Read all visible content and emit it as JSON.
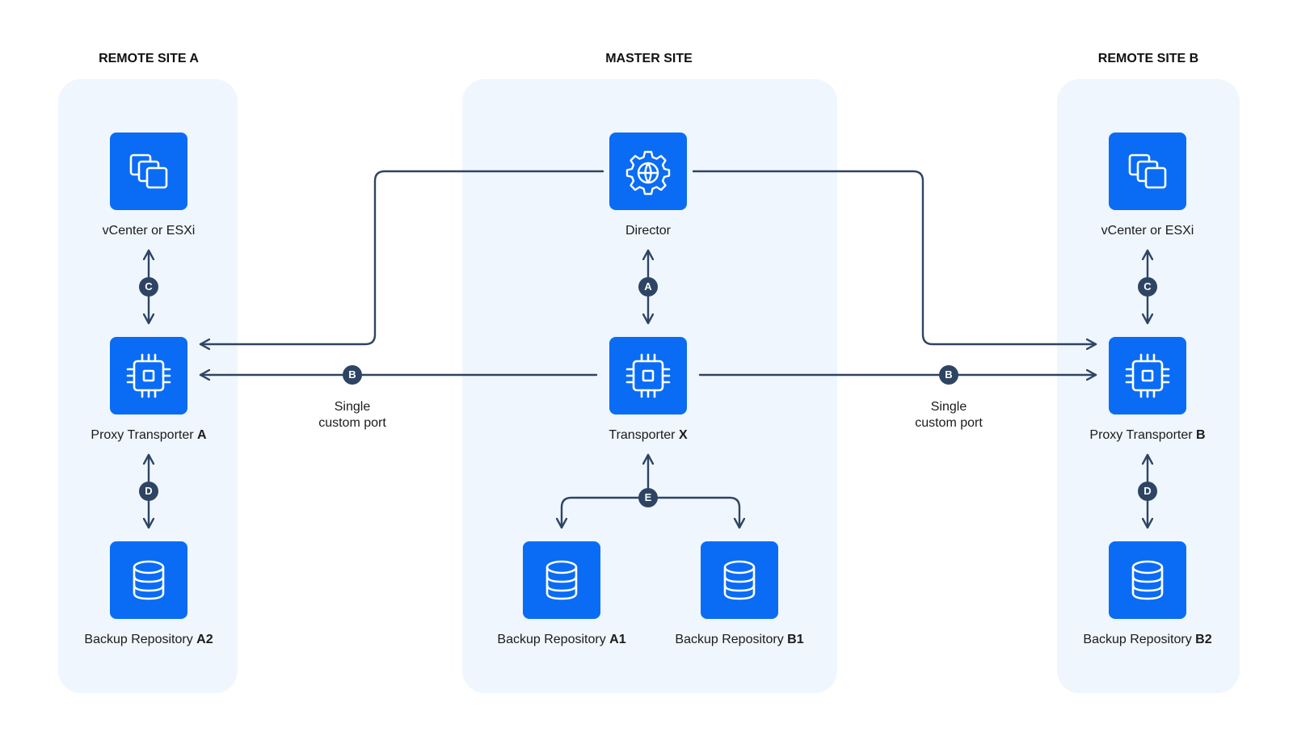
{
  "sites": {
    "remote_a": {
      "title": "REMOTE SITE A"
    },
    "master": {
      "title": "MASTER SITE"
    },
    "remote_b": {
      "title": "REMOTE SITE B"
    }
  },
  "nodes": {
    "vcenter_a": {
      "label": "vCenter or ESXi",
      "icon": "vm-windows-icon"
    },
    "proxy_a": {
      "label": "Proxy Transporter ",
      "suffix": "A",
      "icon": "cpu-chip-icon"
    },
    "repo_a2": {
      "label": "Backup Repository ",
      "suffix": "A2",
      "icon": "database-icon"
    },
    "director": {
      "label": "Director",
      "icon": "globe-gear-icon"
    },
    "transporter_x": {
      "label": "Transporter ",
      "suffix": "X",
      "icon": "cpu-chip-icon"
    },
    "repo_a1": {
      "label": "Backup Repository ",
      "suffix": "A1",
      "icon": "database-icon"
    },
    "repo_b1": {
      "label": "Backup Repository ",
      "suffix": "B1",
      "icon": "database-icon"
    },
    "vcenter_b": {
      "label": "vCenter or ESXi",
      "icon": "vm-windows-icon"
    },
    "proxy_b": {
      "label": "Proxy Transporter ",
      "suffix": "B",
      "icon": "cpu-chip-icon"
    },
    "repo_b2": {
      "label": "Backup Repository ",
      "suffix": "B2",
      "icon": "database-icon"
    }
  },
  "connections": {
    "single_port_left": {
      "line1": "Single",
      "line2": "custom port"
    },
    "single_port_right": {
      "line1": "Single",
      "line2": "custom port"
    }
  },
  "badges": {
    "c_left": "C",
    "d_left": "D",
    "a_master": "A",
    "e_master": "E",
    "b_left": "B",
    "b_right": "B",
    "c_right": "C",
    "d_right": "D"
  },
  "colors": {
    "node_fill": "#0a6cf5",
    "site_background": "#eff6fe",
    "connector": "#2e4463",
    "badge_fill": "#2e4463"
  }
}
